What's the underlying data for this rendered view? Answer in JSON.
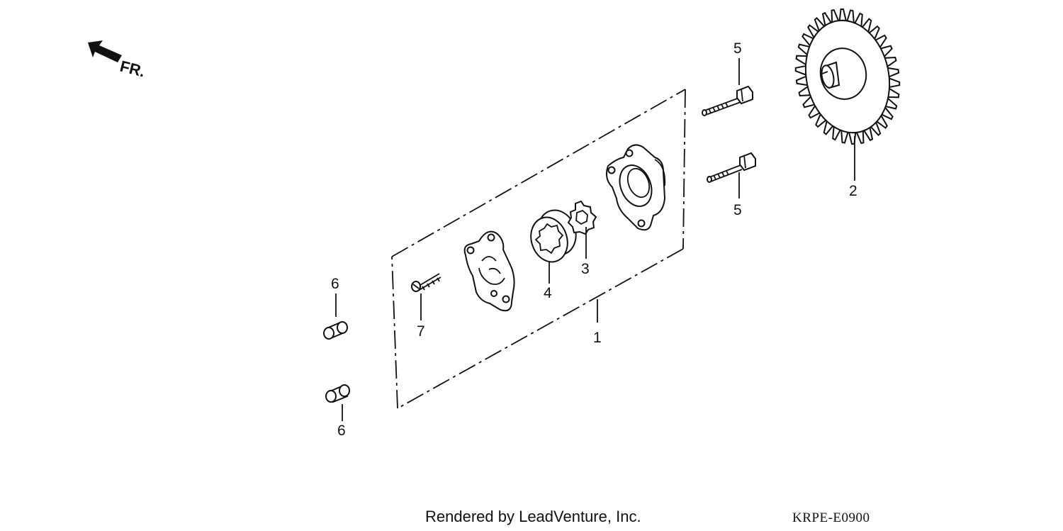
{
  "diagram": {
    "front_indicator": "FR.",
    "callouts": {
      "pump_assembly": "1",
      "drive_gear": "2",
      "inner_rotor": "3",
      "outer_rotor": "4",
      "flange_bolt_upper": "5",
      "flange_bolt_lower": "5",
      "dowel_pin_upper": "6",
      "dowel_pin_lower": "6",
      "screw": "7"
    }
  },
  "footer": {
    "credit": "Rendered by LeadVenture, Inc.",
    "code": "KRPE-E0900"
  }
}
